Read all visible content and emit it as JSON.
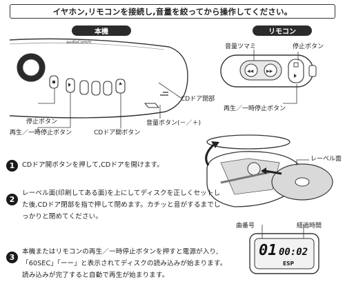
{
  "banner": {
    "text": "イヤホン,リモコンを接続し,音量を絞ってから操作してください。"
  },
  "main_unit": {
    "heading": "本機",
    "labels": {
      "stop": "停止ボタン",
      "play_pause": "再生／一時停止ボタン",
      "cd_open": "CDドア開ボタン",
      "cd_door": "CDドア閉部",
      "volume": "音量ボタン(－／＋)"
    }
  },
  "remote": {
    "heading": "リモコン",
    "labels": {
      "volume_knob": "音量ツマミ",
      "stop": "停止ボタン",
      "play_pause": "再生／一時停止ボタン"
    }
  },
  "disc_diagram": {
    "label_side": "レーベル面"
  },
  "display": {
    "track_label": "曲番号",
    "elapsed_label": "経過時間",
    "track": "01",
    "time": "00:02",
    "mode": "ESP"
  },
  "steps": [
    {
      "number": "1",
      "text": "CDドア開ボタンを押して,CDドアを開けます。"
    },
    {
      "number": "2",
      "text": "レーベル面(印刷してある面)を上にしてディスクを正しくセットした後,CDドア閉部を指で押して閉めます。カチッと音がするまでしっかりと閉めてください。"
    },
    {
      "number": "3",
      "text": "本機またはリモコンの再生／一時停止ボタンを押すと電源が入り,「60SEC」「ーー」と表示されてディスクの読み込みが始まります。読み込みが完了すると自動で再生が始まります。"
    }
  ],
  "colors": {
    "ink": "#222222",
    "pill": "#2b2b2b",
    "step_badge": "#1a1a1a",
    "disc_gray": "#bfbfbf"
  }
}
